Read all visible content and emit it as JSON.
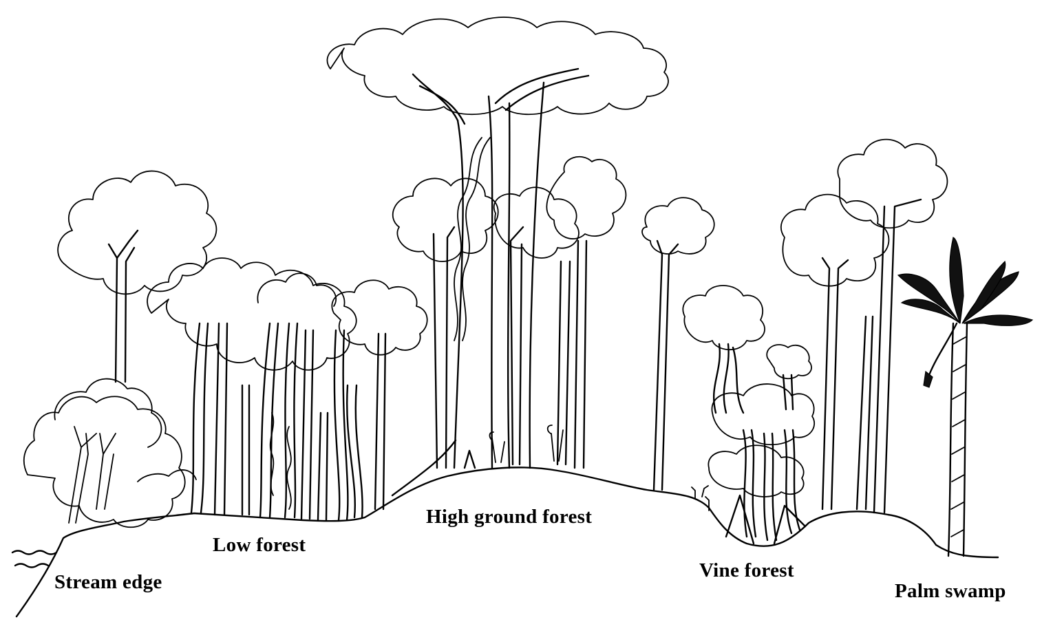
{
  "labels": {
    "stream_edge": "Stream edge",
    "low_forest": "Low forest",
    "high_ground_forest": "High ground forest",
    "vine_forest": "Vine forest",
    "palm_swamp": "Palm swamp"
  },
  "ink_color": "#000000",
  "background_color": "#ffffff"
}
